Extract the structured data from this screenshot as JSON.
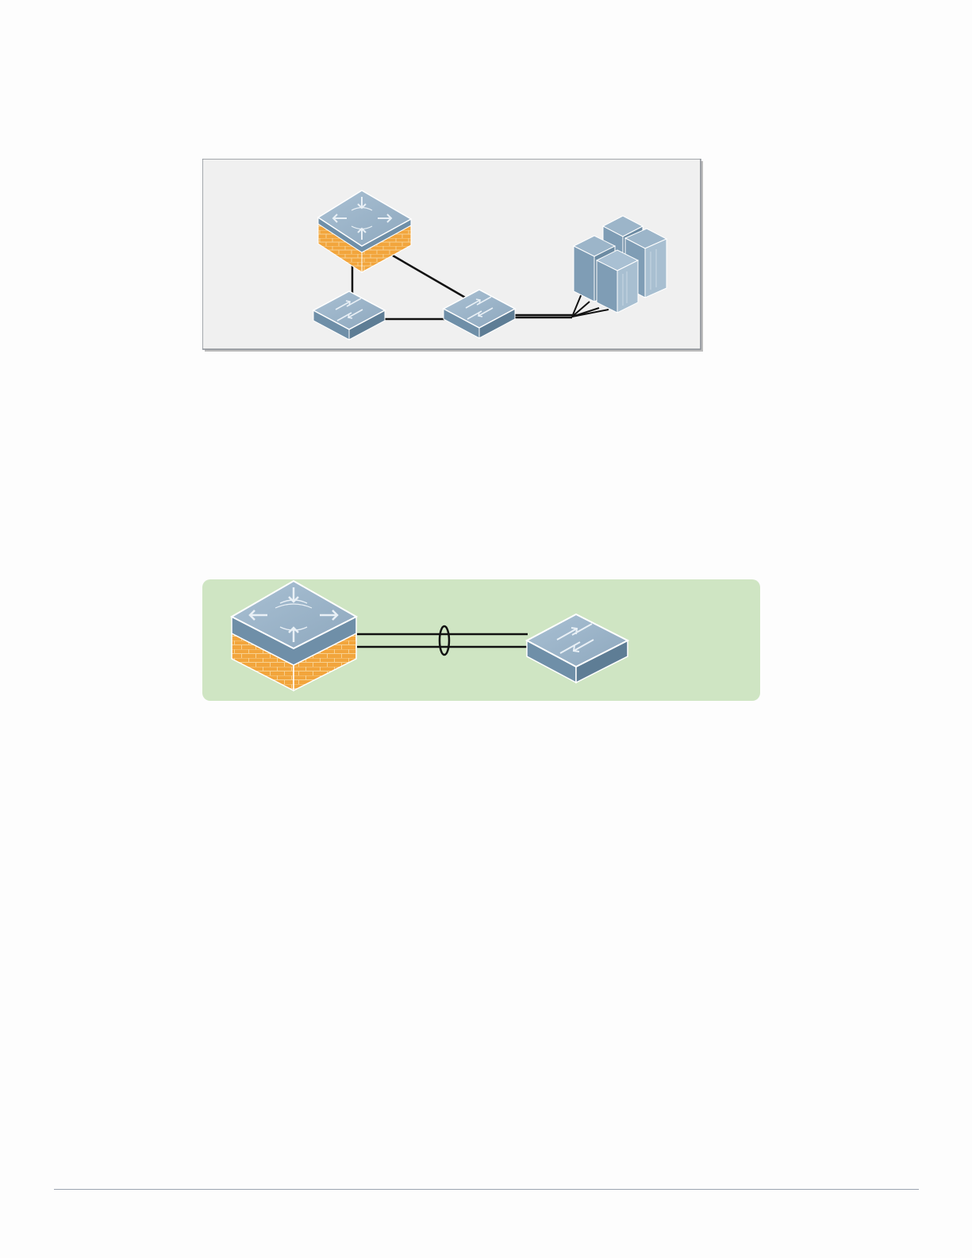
{
  "figures": [
    {
      "id": "topology-1",
      "panel_color": "#f0f0f0",
      "panel_border": "#8a8f96",
      "devices": [
        {
          "name": "firewall-router",
          "icon": "firewall-router-icon"
        },
        {
          "name": "switch-left",
          "icon": "switch-icon"
        },
        {
          "name": "switch-right",
          "icon": "switch-icon"
        },
        {
          "name": "server-cluster",
          "icon": "server-cluster-icon"
        }
      ]
    },
    {
      "id": "topology-2",
      "panel_color": "#cfe5c3",
      "devices": [
        {
          "name": "firewall-router",
          "icon": "firewall-router-icon"
        },
        {
          "name": "switch",
          "icon": "switch-icon"
        }
      ],
      "link": "link-aggregation"
    }
  ],
  "colors": {
    "device_top": "#8fabc2",
    "device_side": "#6f8fa8",
    "firewall_brick": "#f0a43a",
    "link": "#111111"
  }
}
